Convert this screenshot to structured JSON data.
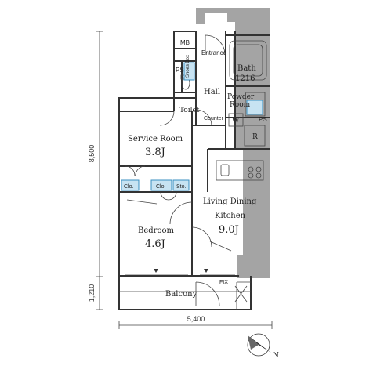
{
  "rooms": {
    "mb": "MB",
    "entrance": "Entrance",
    "bath": "Bath",
    "bath_size": "1216",
    "ps_left": "PS",
    "shoes_box": "Shoes Box",
    "hall": "Hall",
    "powder_room_line1": "Powder",
    "powder_room_line2": "Room",
    "toilet": "Toilet",
    "counter": "Counter",
    "w": "W",
    "ps_right": "PS",
    "r": "R",
    "service_room": "Service Room",
    "service_room_size": "3.8J",
    "clo_1": "Clo.",
    "clo_2": "Clo.",
    "sto": "Sto.",
    "living_line1": "Living Dining",
    "living_line2": "Kitchen",
    "living_size": "9.0J",
    "bedroom": "Bedroom",
    "bedroom_size": "4.6J",
    "fix": "FIX",
    "balcony": "Balcony"
  },
  "dimensions": {
    "height_main": "8,500",
    "height_balcony": "1,210",
    "width": "5,400"
  },
  "compass": {
    "label": "N"
  },
  "colors": {
    "wall": "#9a9a9a",
    "line": "#333333",
    "closet_fill": "#c7e3f2",
    "closet_stroke": "#3a8fc0"
  }
}
